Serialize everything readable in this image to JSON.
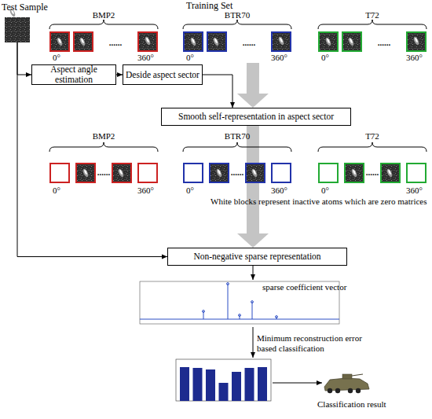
{
  "diagram": {
    "nodes": [
      {
        "text": [
          "Test Sample"
        ]
      },
      {
        "text": [
          "Training Set"
        ]
      },
      {
        "text": [
          "Aspect angle estimation"
        ]
      },
      {
        "text": [
          "Deside aspect sector"
        ]
      },
      {
        "text": [
          "Smooth self-representation in aspect sector"
        ]
      },
      {
        "text": [
          "Non-negative sparse representation"
        ]
      },
      {
        "text": [
          "sparse coefficient vector"
        ]
      },
      {
        "text": [
          "Minimum reconstruction error based classification"
        ]
      },
      {
        "text": [
          "Classification result"
        ]
      }
    ],
    "edges": [
      {
        "from": 0,
        "to": 2,
        "arrow": "to"
      },
      {
        "from": 0,
        "to": 5,
        "arrow": "to"
      },
      {
        "from": 2,
        "to": 3,
        "arrow": "to"
      },
      {
        "from": 3,
        "to": 4,
        "arrow": "to"
      },
      {
        "from": 1,
        "to": 4,
        "arrow": "to"
      },
      {
        "from": 4,
        "to": 5,
        "arrow": "to"
      },
      {
        "from": 5,
        "to": 6,
        "arrow": "to"
      },
      {
        "from": 6,
        "to": 7,
        "arrow": "to"
      },
      {
        "from": 7,
        "to": 8,
        "arrow": "to"
      }
    ],
    "labels": [
      "BMP2",
      "BTR70",
      "T72",
      "0°",
      "......",
      "360°",
      "0°",
      "......",
      "360°",
      "0°",
      "......",
      "360°",
      "BMP2",
      "BTR70",
      "T72",
      "0°",
      "......",
      "360°",
      "0°",
      "......",
      "360°",
      "0°",
      "......",
      "360°",
      "White blocks represent inactive atoms which are zero matrices"
    ]
  }
}
